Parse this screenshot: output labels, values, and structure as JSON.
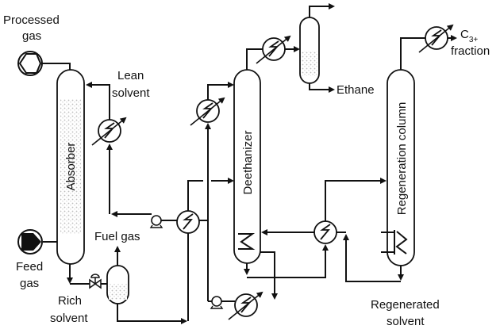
{
  "labels": {
    "processed_gas_1": "Processed",
    "processed_gas_2": "gas",
    "feed_gas_1": "Feed",
    "feed_gas_2": "gas",
    "rich_solvent_1": "Rich",
    "rich_solvent_2": "solvent",
    "lean_solvent_1": "Lean",
    "lean_solvent_2": "solvent",
    "fuel_gas": "Fuel gas",
    "absorber": "Absorber",
    "deethanizer": "Deethanizer",
    "regeneration_column": "Regeneration column",
    "ethane": "Ethane",
    "c3_main": "C",
    "c3_sub": "3+",
    "fraction": "fraction",
    "regenerated_solvent_1": "Regenerated",
    "regenerated_solvent_2": "solvent"
  },
  "colors": {
    "line": "#111111",
    "packing": "#c8c8c8"
  }
}
